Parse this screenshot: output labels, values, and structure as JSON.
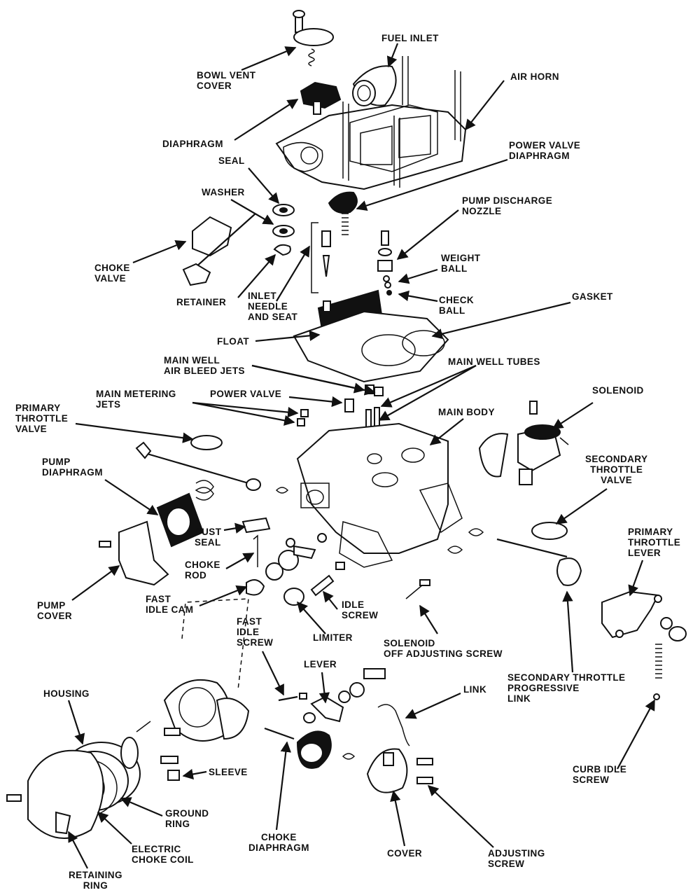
{
  "labels": {
    "fuel_inlet": "FUEL INLET",
    "bowl_vent_cover": [
      "BOWL VENT",
      "COVER"
    ],
    "air_horn": "AIR HORN",
    "diaphragm": "DIAPHRAGM",
    "power_valve_diaphragm": [
      "POWER VALVE",
      "DIAPHRAGM"
    ],
    "seal": "SEAL",
    "washer": "WASHER",
    "pump_discharge_nozzle": [
      "PUMP DISCHARGE",
      "NOZZLE"
    ],
    "weight_ball": [
      "WEIGHT",
      "BALL"
    ],
    "choke_valve": [
      "CHOKE",
      "VALVE"
    ],
    "check_ball": [
      "CHECK",
      "BALL"
    ],
    "retainer": "RETAINER",
    "inlet_needle_and_seat": [
      "INLET",
      "NEEDLE",
      "AND SEAT"
    ],
    "gasket": "GASKET",
    "float": "FLOAT",
    "main_well_air_bleed_jets": [
      "MAIN WELL",
      "AIR BLEED JETS"
    ],
    "main_well_tubes": "MAIN WELL TUBES",
    "main_metering_jets": [
      "MAIN METERING",
      "JETS"
    ],
    "power_valve": "POWER VALVE",
    "solenoid": "SOLENOID",
    "primary_throttle_valve": [
      "PRIMARY",
      "THROTTLE",
      "VALVE"
    ],
    "main_body": "MAIN BODY",
    "pump_diaphragm": [
      "PUMP",
      "DIAPHRAGM"
    ],
    "secondary_throttle_valve": [
      "SECONDARY",
      "THROTTLE",
      "VALVE"
    ],
    "dust_seal": [
      "DUST",
      "SEAL"
    ],
    "primary_throttle_lever": [
      "PRIMARY",
      "THROTTLE",
      "LEVER"
    ],
    "choke_rod": [
      "CHOKE",
      "ROD"
    ],
    "pump_cover": [
      "PUMP",
      "COVER"
    ],
    "fast_idle_cam": [
      "FAST",
      "IDLE CAM"
    ],
    "idle_screw": [
      "IDLE",
      "SCREW"
    ],
    "limiter": "LIMITER",
    "solenoid_off_adjusting_screw": [
      "SOLENOID",
      "OFF ADJUSTING SCREW"
    ],
    "fast_idle_screw": [
      "FAST",
      "IDLE",
      "SCREW"
    ],
    "secondary_throttle_progressive_link": [
      "SECONDARY THROTTLE",
      "PROGRESSIVE",
      "LINK"
    ],
    "lever": "LEVER",
    "housing": "HOUSING",
    "link": "LINK",
    "sleeve": "SLEEVE",
    "curb_idle_screw": [
      "CURB IDLE",
      "SCREW"
    ],
    "ground_ring": [
      "GROUND",
      "RING"
    ],
    "electric_choke_coil": [
      "ELECTRIC",
      "CHOKE COIL"
    ],
    "choke_diaphragm": [
      "CHOKE",
      "DIAPHRAGM"
    ],
    "cover": "COVER",
    "adjusting_screw": [
      "ADJUSTING",
      "SCREW"
    ],
    "retaining_ring": [
      "RETAINING",
      "RING"
    ]
  }
}
